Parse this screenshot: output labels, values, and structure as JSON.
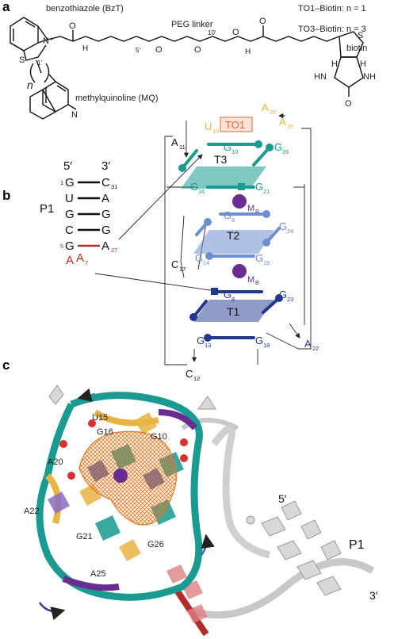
{
  "panel_a": {
    "label": "a",
    "benzothiazole": "benzothiazole (BzT)",
    "to1": "TO1–Biotin: n = 1",
    "to3": "TO3–Biotin: n = 3",
    "peg": "PEG linker",
    "biotin": "biotin",
    "mq": "methylquinoline (MQ)",
    "n": "n",
    "atoms": {
      "s": "S",
      "n_plus": "N⁺",
      "o": "O",
      "h": "H",
      "nh": "NH",
      "hn": "HN",
      "n": "N"
    },
    "positions": {
      "p1": "1′",
      "p5": "5′",
      "p10": "10′"
    }
  },
  "panel_b": {
    "label": "b",
    "p1_label": "P1",
    "end5": "5′",
    "end3": "3′",
    "p1_left": [
      "G",
      "U",
      "G",
      "C",
      "G"
    ],
    "p1_right": [
      "C",
      "A",
      "G",
      "G",
      "A"
    ],
    "p1_left_sub": [
      "1",
      "",
      "",
      "",
      "5"
    ],
    "p1_right_sub": [
      "31",
      "",
      "",
      "",
      "27"
    ],
    "a7": {
      "base": "A",
      "base2": "A",
      "sub": "7"
    },
    "to1_box": "TO1",
    "tiers": [
      "T3",
      "T2",
      "T1"
    ],
    "metal": "M",
    "metal_sub": "B",
    "nucleotides": {
      "u15": "U",
      "u15_sub": "15",
      "a20": "A",
      "a20_sub": "20",
      "a25": "A",
      "a25_sub": "25",
      "a11": "A",
      "a11_sub": "11",
      "g10": "G",
      "g10_sub": "10",
      "g26": "G",
      "g26_sub": "26",
      "g16": "G",
      "g16_sub": "16",
      "g21": "G",
      "g21_sub": "21",
      "g9": "G",
      "g9_sub": "9",
      "g24": "G",
      "g24_sub": "24",
      "c17": "C",
      "c17_sub": "17",
      "g14": "G",
      "g14_sub": "14",
      "g19": "G",
      "g19_sub": "19",
      "g8": "G",
      "g8_sub": "8",
      "g23": "G",
      "g23_sub": "23",
      "g13": "G",
      "g13_sub": "13",
      "g18": "G",
      "g18_sub": "18",
      "a22": "A",
      "a22_sub": "22",
      "c12": "C",
      "c12_sub": "12"
    }
  },
  "panel_c": {
    "label": "c",
    "residues": [
      "U15",
      "G16",
      "G10",
      "A20",
      "A22",
      "G21",
      "G26",
      "A25"
    ],
    "p1": "P1",
    "end5": "5′",
    "end3": "3′"
  },
  "colors": {
    "teal": "#1a9a90",
    "blue_mid": "#6d8fd0",
    "blue_dark": "#24378f",
    "purple": "#6a2c91",
    "yellow": "#e8b545",
    "red": "#b22b2b",
    "orange": "#e8741c"
  }
}
